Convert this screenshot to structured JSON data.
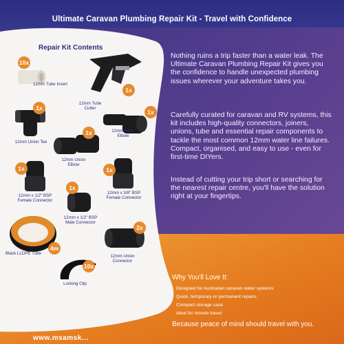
{
  "header": {
    "title": "Ultimate Caravan Plumbing Repair Kit - Travel with Confidence"
  },
  "kit": {
    "title": "Repair Kit Contents",
    "items": [
      {
        "qty": "10x",
        "label": "12mm Tube Insert"
      },
      {
        "qty": "1x",
        "label": "12mm Tube Cutter"
      },
      {
        "qty": "1x",
        "label": "12mm Union Tee"
      },
      {
        "qty": "1x",
        "label": "12mm Stem Elbow"
      },
      {
        "qty": "1x",
        "label": "12mm Union Elbow"
      },
      {
        "qty": "1x",
        "label": "12mm x 1/2\" BSP Female Connector"
      },
      {
        "qty": "1x",
        "label": "12mm x 3/8\" BSP Female Connector"
      },
      {
        "qty": "1x",
        "label": "12mm x 1/2\" BSP Male Connector"
      },
      {
        "qty": "4m",
        "label": "Black LLDPE Tube"
      },
      {
        "qty": "2x",
        "label": "12mm Union Connector"
      },
      {
        "qty": "10x",
        "label": "Locking Clip"
      }
    ]
  },
  "intro": {
    "p1": "Nothing ruins a trip faster than a water leak. The Ultimate Caravan Plumbing Repair Kit gives you  the confidence to handle unexpected plumbing issues wherever your adventure takes you.",
    "p2": "Carefully curated for caravan and RV systems, this kit includes high-quality connectors, joiners, unions, tube and essential repair components to tackle the most common 12mm water line failures. Compact, organised, and easy to use - even for first-time DIYers.",
    "p3": "Instead of cutting your trip short or searching for the nearest repair centre, you'll have the solution right at your fingertips."
  },
  "love": {
    "title": "Why You'll Love It:",
    "items": [
      "Designed for Australian caravan water systems",
      "Quick, temporary or permanent repairs",
      "Compact storage case",
      "Ideal for remote travel"
    ]
  },
  "closing": "Because peace of mind should travel with you.",
  "footer": {
    "url": "www.msamsk..."
  }
}
